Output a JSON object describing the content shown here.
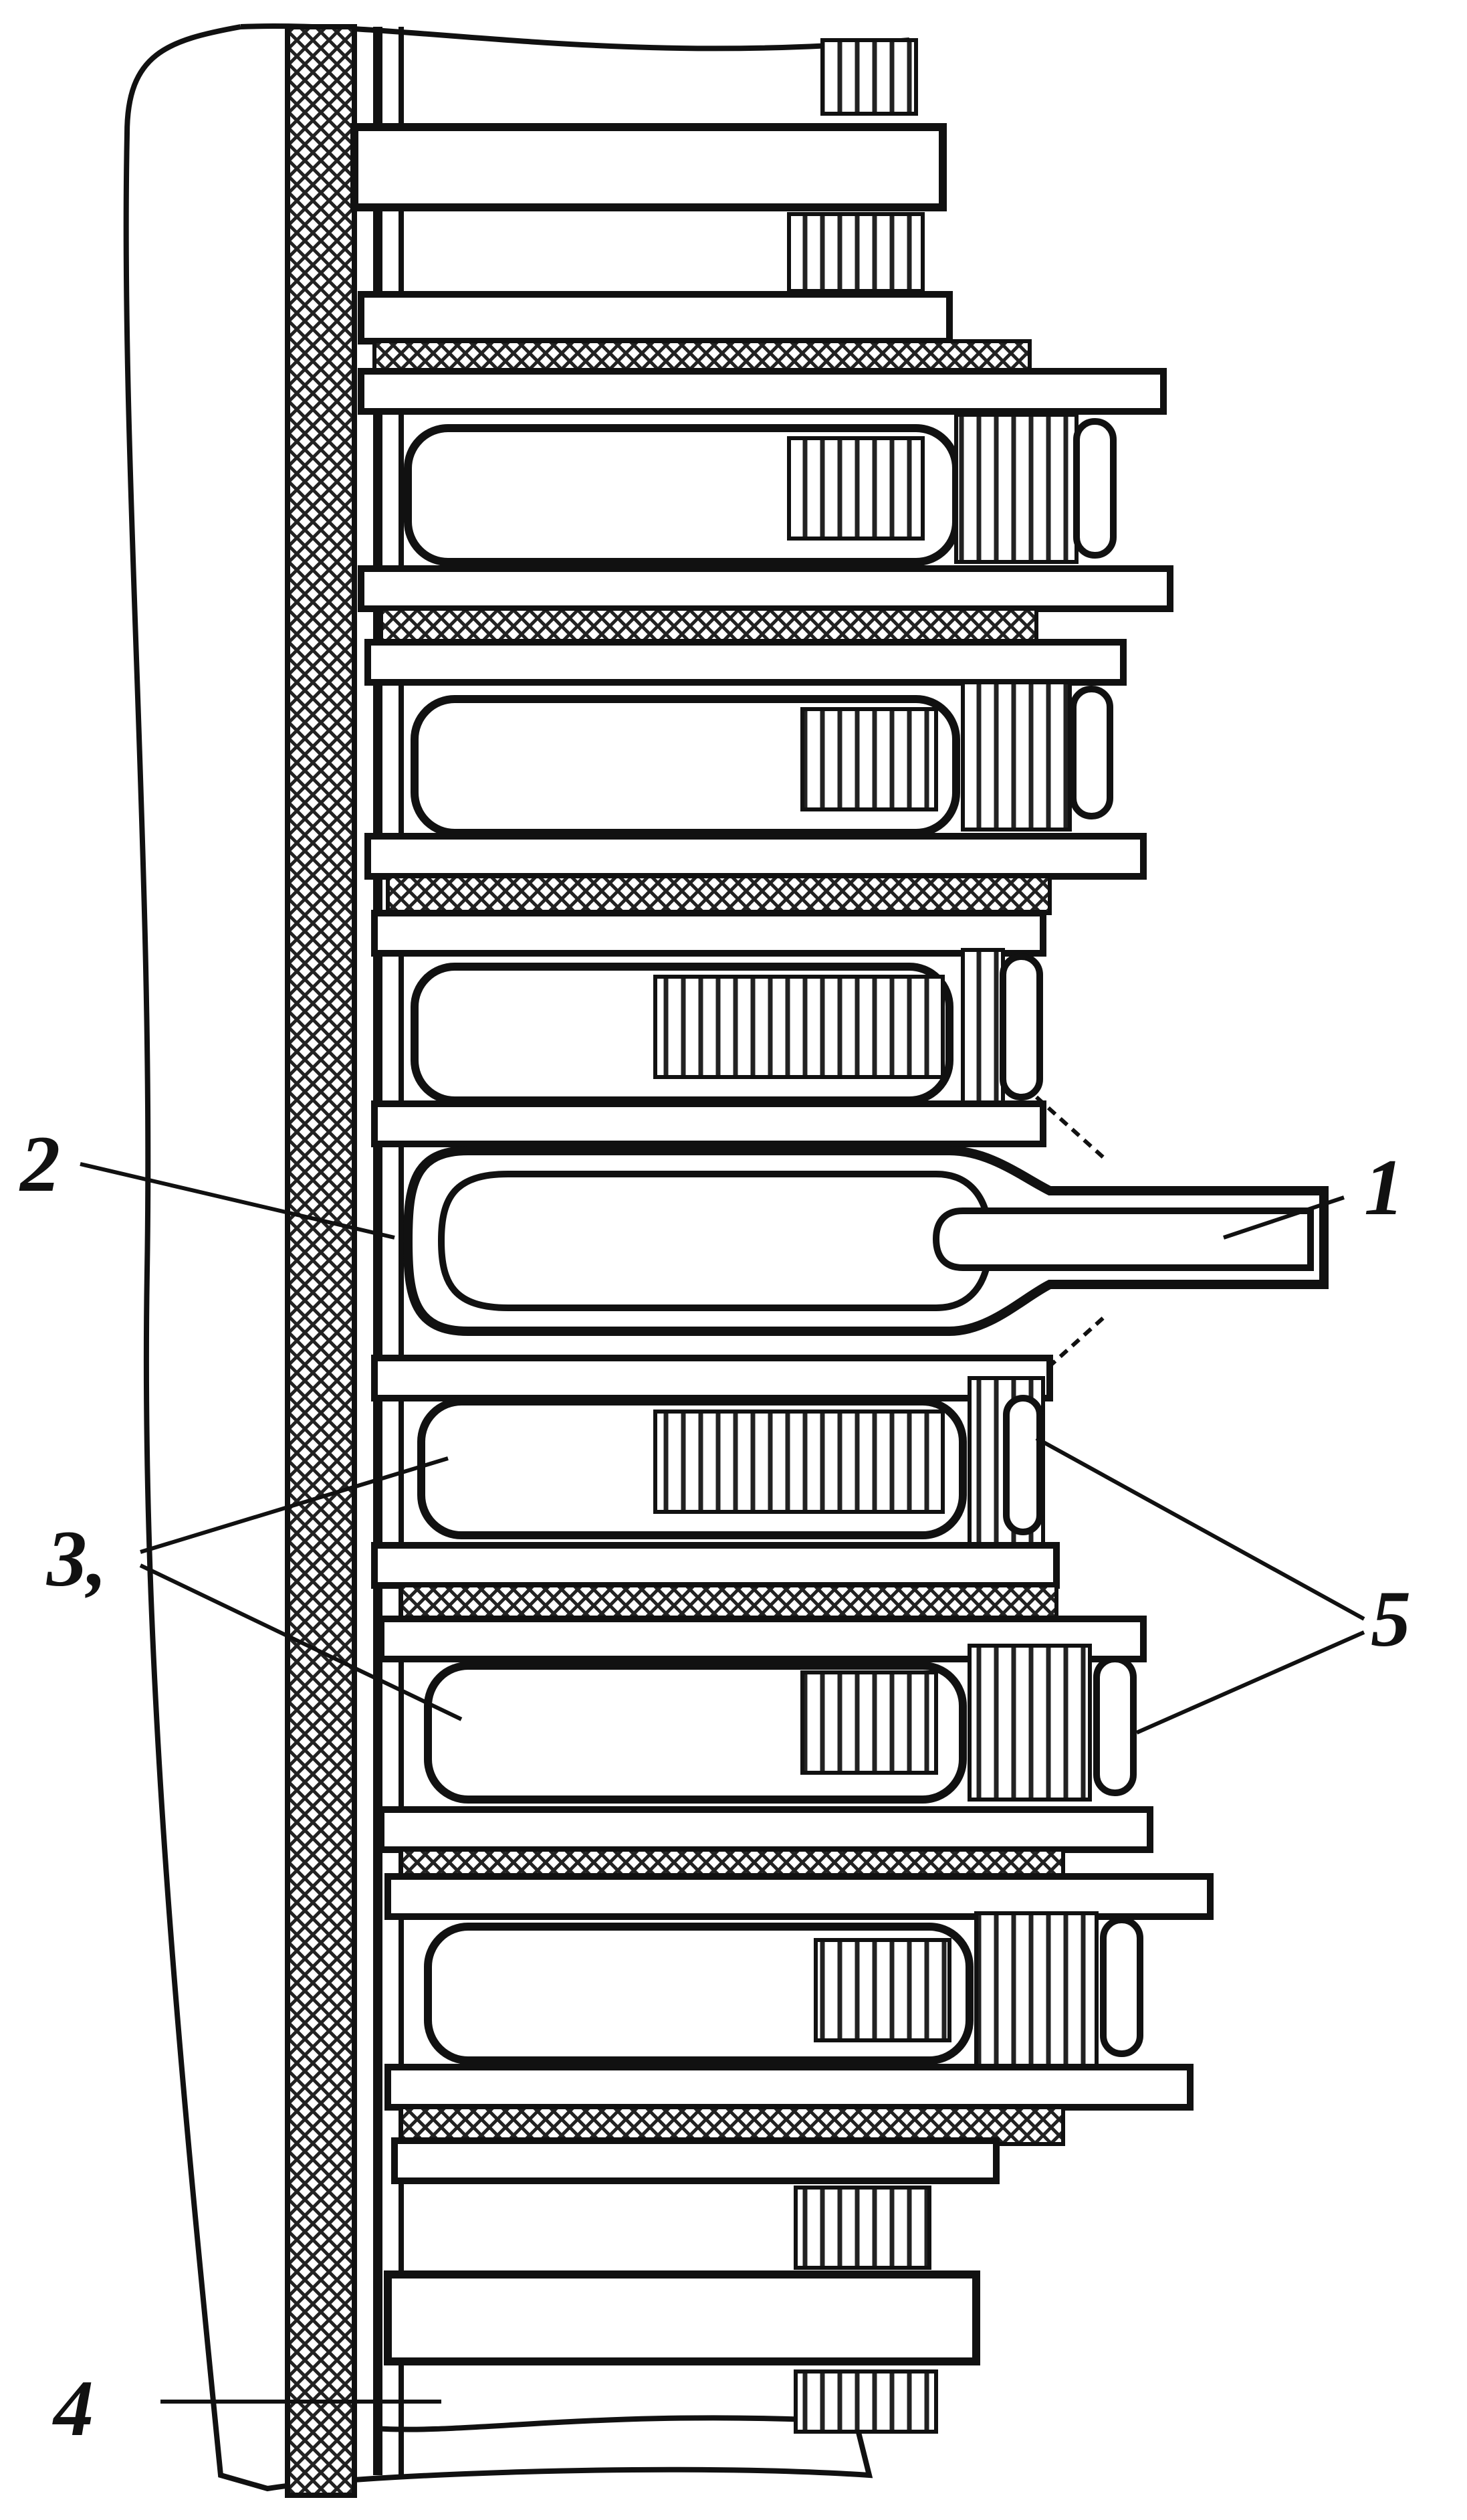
{
  "diagram": {
    "colors": {
      "ink": "#111111",
      "paper": "#ffffff",
      "hatch": "#333333"
    },
    "callouts": [
      {
        "id": "1",
        "text": "1"
      },
      {
        "id": "2",
        "text": "2"
      },
      {
        "id": "3",
        "text": "3,"
      },
      {
        "id": "4",
        "text": "4"
      },
      {
        "id": "5",
        "text": "5"
      }
    ],
    "disk_groups": [
      {
        "name": "top-end-stack"
      },
      {
        "name": "coil-disk-1"
      },
      {
        "name": "coil-disk-2"
      },
      {
        "name": "coil-disk-3"
      },
      {
        "name": "lead-disk"
      },
      {
        "name": "coil-disk-4"
      },
      {
        "name": "coil-disk-5"
      },
      {
        "name": "coil-disk-6"
      },
      {
        "name": "bottom-end-stack"
      }
    ]
  }
}
